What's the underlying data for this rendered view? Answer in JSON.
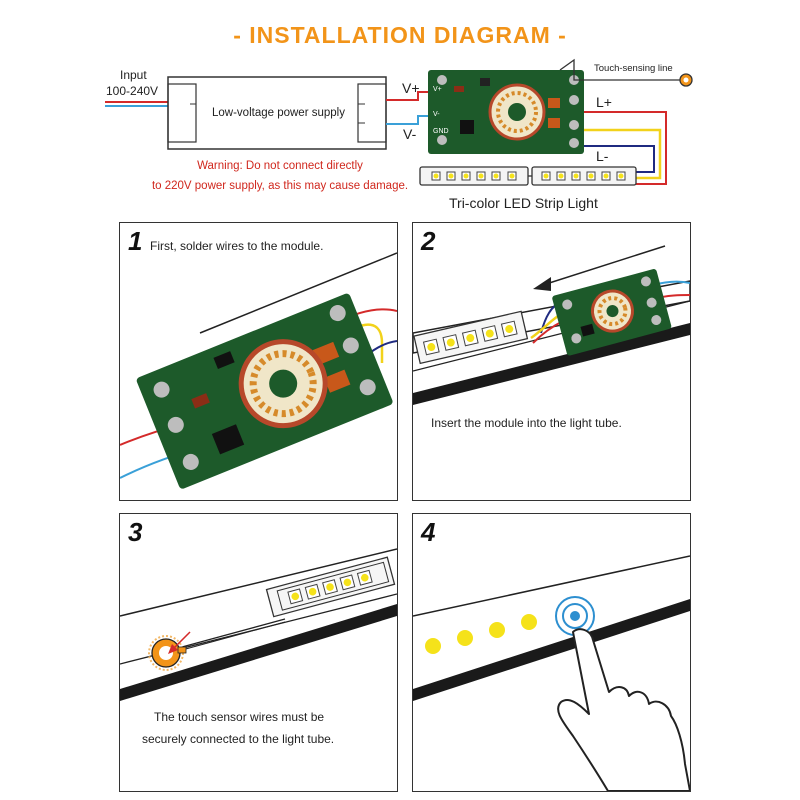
{
  "title": "- INSTALLATION DIAGRAM -",
  "top_diagram": {
    "input_label_line1": "Input",
    "input_label_line2": "100-240V",
    "power_supply_label": "Low-voltage power supply",
    "v_plus": "V+",
    "v_minus": "V-",
    "module_v_plus": "V+",
    "module_v_minus": "V-",
    "module_gnd": "GND",
    "touch_line_label": "Touch-sensing line",
    "l_plus": "L+",
    "l_minus": "L-",
    "warning_line1": "Warning: Do not connect directly",
    "warning_line2": "to 220V power supply, as this may cause damage.",
    "strip_label": "Tri-color LED Strip Light"
  },
  "steps": [
    {
      "number": "1",
      "text": "First, solder wires to the module."
    },
    {
      "number": "2",
      "text": "Insert the module into the light tube."
    },
    {
      "number": "3",
      "text_line1": "The touch sensor wires must be",
      "text_line2": "securely connected to the light tube."
    },
    {
      "number": "4"
    }
  ],
  "colors": {
    "title_orange": "#f29419",
    "warning_red": "#d0271d",
    "pcb_green": "#1d5a2a",
    "wire_red": "#d42a2a",
    "wire_blue": "#3aa0d8",
    "wire_yellow": "#f2d21b",
    "wire_navy": "#1f2a80",
    "led_yellow": "#f5e21a",
    "touch_ring_blue": "#2d8fd0"
  }
}
